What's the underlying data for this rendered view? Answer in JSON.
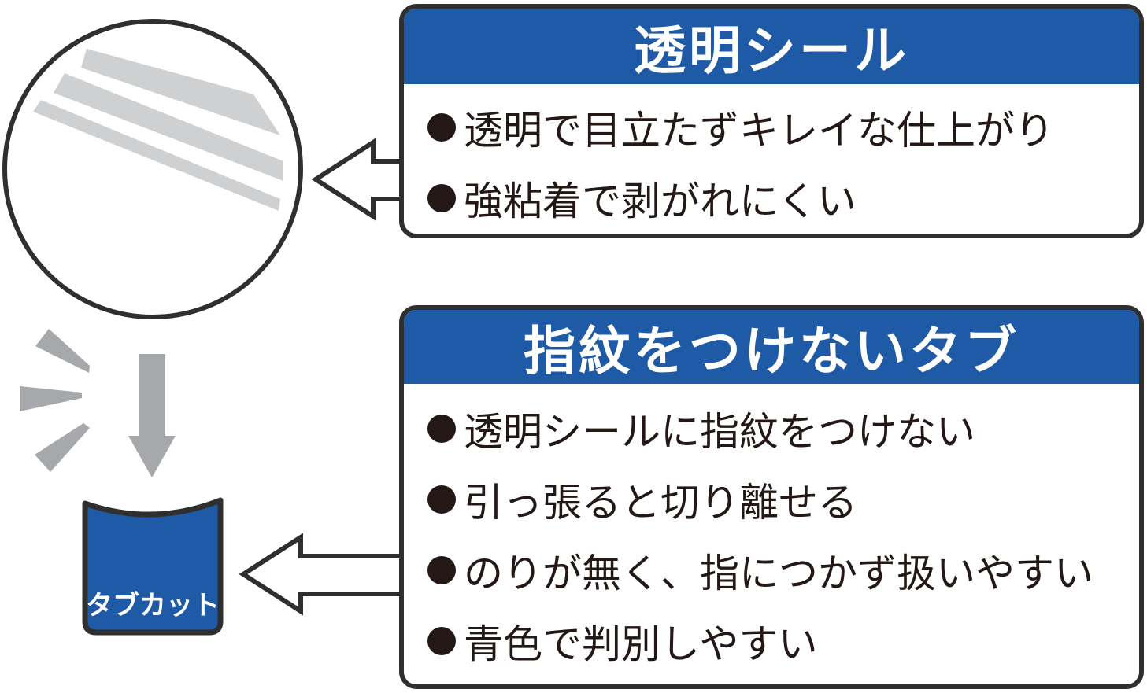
{
  "panels": {
    "seal": {
      "title": "透明シール",
      "bullets": [
        "透明で目立たずキレイな仕上がり",
        "強粘着で剥がれにくい"
      ]
    },
    "tab": {
      "title": "指紋をつけないタブ",
      "bullets": [
        "透明シールに指紋をつけない",
        "引っ張ると切り離せる",
        "のりが無く、指につかず扱いやすい",
        "青色で判別しやすい"
      ]
    }
  },
  "illustration": {
    "tab_label": "タブカット",
    "tab_color": "#1f5aa6",
    "seal_icon": "magnified-clear-seal-icon",
    "burst_icon": "tear-burst-icon",
    "cut_arrow_icon": "arrow-down-icon",
    "pointer_icon": "hollow-arrow-left-icon"
  },
  "colors": {
    "accent": "#1f5aa6",
    "outline": "#2f2f2f",
    "text": "#231815",
    "gray": "#a6a8ab",
    "light_gray": "#cfd0d2"
  }
}
